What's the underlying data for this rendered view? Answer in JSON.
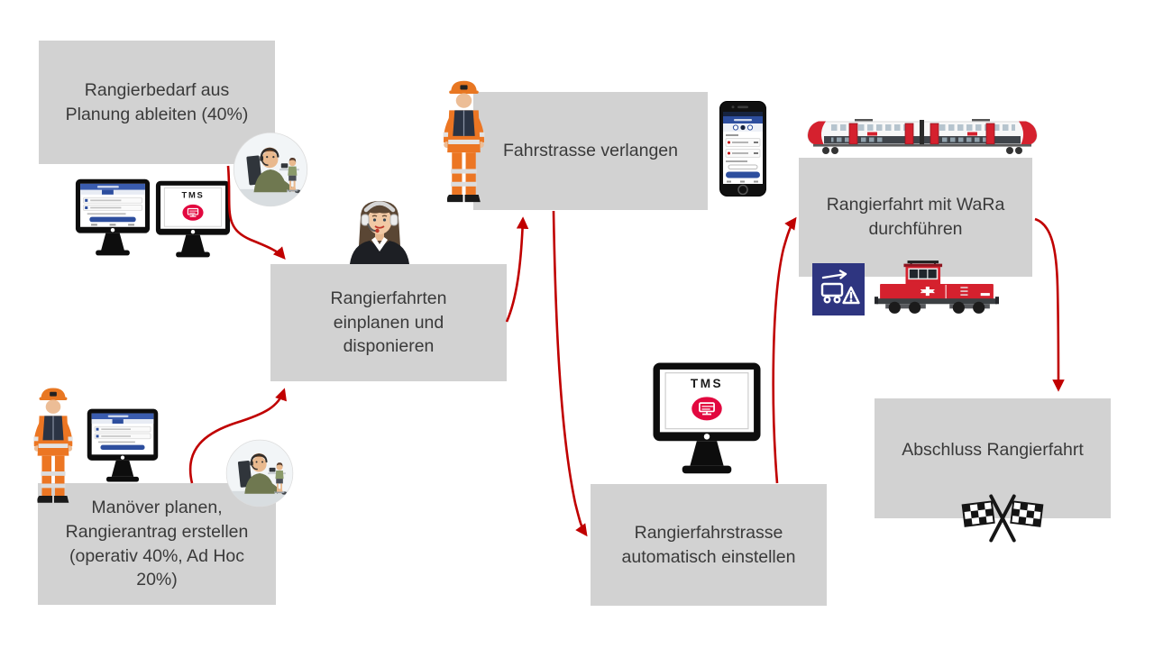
{
  "diagram": {
    "boxes": {
      "derive_demand": {
        "label": "Rangierbedarf aus Planung ableiten (40%)"
      },
      "plan_dispatch": {
        "label": "Rangierfahrten einplanen und disponieren"
      },
      "maneuver_plan": {
        "label": "Manöver planen, Rangierantrag erstellen (operativ 40%, Ad Hoc 20%)"
      },
      "request_route": {
        "label": "Fahrstrasse verlangen"
      },
      "auto_route": {
        "label": "Rangierfahrstrasse automatisch einstellen"
      },
      "wara_run": {
        "label": "Rangierfahrt mit WaRa durchführen"
      },
      "finish": {
        "label": "Abschluss Rangierfahrt"
      }
    },
    "devices": {
      "tms_label": "TMS"
    },
    "colors": {
      "box_bg": "#d2d2d2",
      "box_text": "#3a3a3a",
      "arrow_red": "#c00000",
      "sbb_red": "#d5212e",
      "tms_red": "#e2083f",
      "app_blue": "#2d4e9e",
      "wara_bg": "#2e3580"
    }
  }
}
